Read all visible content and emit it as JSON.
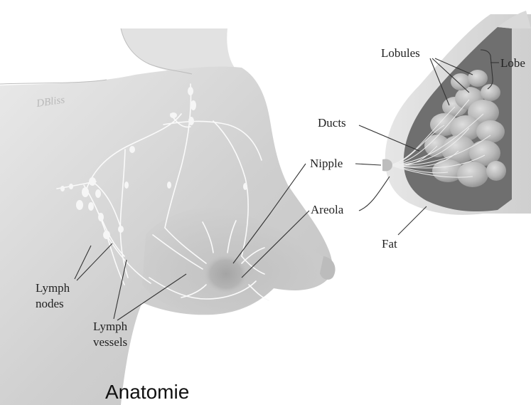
{
  "caption": "Anatomie",
  "signature": "DBliss",
  "labels": {
    "lobules": "Lobules",
    "lobe": "Lobe",
    "ducts": "Ducts",
    "nipple": "Nipple",
    "areola": "Areola",
    "fat": "Fat",
    "lymph_nodes_line1": "Lymph",
    "lymph_nodes_line2": "nodes",
    "lymph_vessels_line1": "Lymph",
    "lymph_vessels_line2": "vessels"
  }
}
